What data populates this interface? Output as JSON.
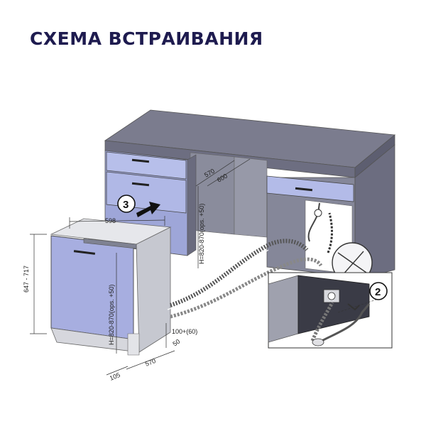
{
  "title": "СХЕМА ВСТРАИВАНИЯ",
  "labels": {
    "cabinet_depth_570": "570",
    "cabinet_depth_600": "600",
    "niche_height": "H=820-870(ops. +50)",
    "step_3": "3",
    "step_2": "2",
    "width_598": "598",
    "door_height": "647 - 717",
    "appliance_height": "H=820-870(ops. +50)",
    "foot_height": "100+(60)",
    "offset_50": "50",
    "depth_570": "570",
    "offset_105": "105"
  }
}
